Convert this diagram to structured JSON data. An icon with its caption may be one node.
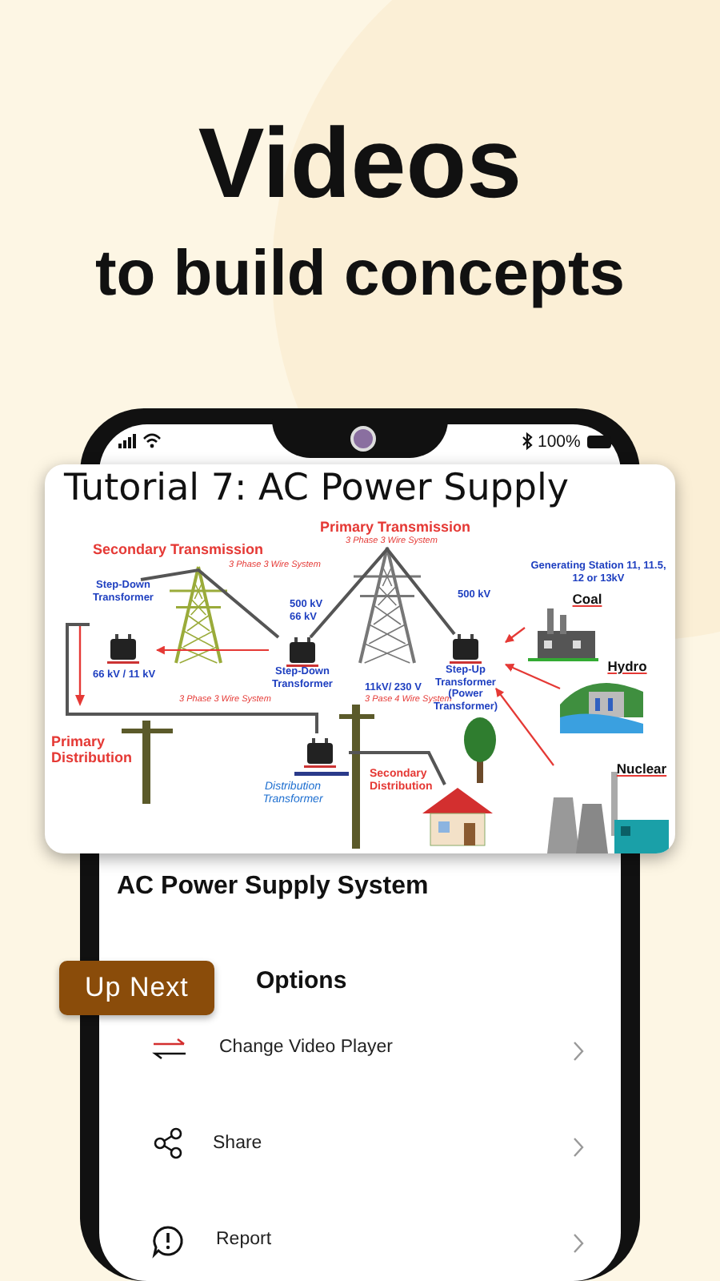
{
  "diagram": {
    "title": "Videos",
    "nodes": [
      {
        "text": [
          "Coal"
        ]
      },
      {
        "text": [
          "Hydro"
        ]
      },
      {
        "text": [
          "Nuclear"
        ]
      },
      {
        "text": [
          "Step-Up Transformer (Power Transformer)"
        ]
      },
      {
        "text": [
          "Step-Down Transformer"
        ],
        "beside": [
          "500 kV 66 kV"
        ]
      },
      {
        "text": [
          "Step-Down Transformer"
        ],
        "beside": [
          "66 kV / 11 kV"
        ]
      },
      {
        "text": [
          "Distribution Transformer"
        ]
      },
      {
        "text": [],
        "shape": "picture"
      }
    ],
    "edges": [
      {
        "from": 0,
        "to": 3,
        "arrow": "to",
        "color": "#e53935"
      },
      {
        "from": 1,
        "to": 3,
        "arrow": "to",
        "color": "#e53935"
      },
      {
        "from": 2,
        "to": 3,
        "arrow": "to",
        "color": "#e53935"
      },
      {
        "from": 3,
        "to": 4,
        "arrow": "none",
        "color": "#555555"
      },
      {
        "from": 4,
        "to": 5,
        "arrow": "to",
        "color": "#e53935"
      },
      {
        "from": 4,
        "to": 5,
        "arrow": "none",
        "color": "#555555"
      },
      {
        "from": 5,
        "to": 6,
        "arrow": "none",
        "color": "#555555"
      },
      {
        "from": 6,
        "to": 7,
        "arrow": "none",
        "color": "#555555"
      }
    ],
    "labels": [
      "to build concepts",
      "100%",
      "Tutorial 7: AC Power Supply",
      "Primary Transmission",
      "3 Phase 3 Wire System",
      "Secondary Transmission",
      "3 Phase 3 Wire System",
      "500 kV",
      "Generating Station 11, 11.5, 12 or 13kV",
      "11kV/ 230 V",
      "3 Pase 4 Wire System",
      "3 Phase 3 Wire System",
      "Primary Distribution",
      "Secondary Distribution",
      "AC Power Supply System",
      "Up Next",
      "Options",
      "Change Video Player",
      "Share",
      "Report"
    ]
  }
}
